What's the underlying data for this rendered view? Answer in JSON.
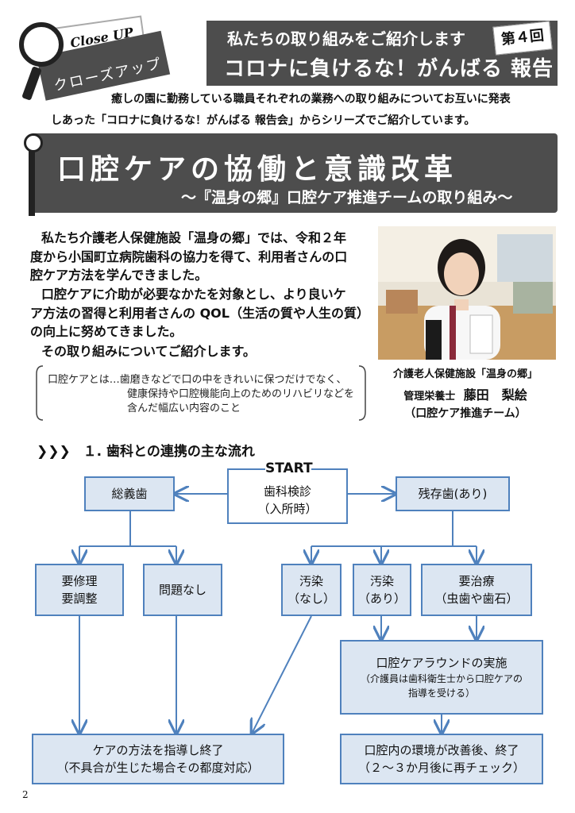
{
  "header": {
    "closeup_en": "Close UP",
    "closeup_jp": "クローズアップ",
    "banner_line1": "私たちの取り組みをご紹介します",
    "banner_line2": "コロナに負けるな！がんばる 報告会",
    "issue_label": "第４回"
  },
  "intro": {
    "line1": "癒しの園に勤務している職員それぞれの業務への取り組みについてお互いに発表",
    "line2": "しあった「コロナに負けるな！がんばる 報告会」からシリーズでご紹介しています。"
  },
  "title": {
    "main": "口腔ケアの協働と意識改革",
    "sub": "～『温身の郷』口腔ケア推進チームの取り組み～"
  },
  "body": {
    "p1": [
      "私たち介護老人保健施設「温身の郷」では、令和２年",
      "度から小国町立病院歯科の協力を得て、利用者さんの口",
      "腔ケア方法を学んできました。"
    ],
    "p2": [
      "口腔ケアに介助が必要なかたを対象とし、より良いケ",
      "ア方法の習得と利用者さんの QOL（生活の質や人生の質）",
      "の向上に努めてきました。"
    ],
    "p3": [
      "その取り組みについてご紹介します。"
    ]
  },
  "caption": {
    "facility": "介護老人保健施設「温身の郷」",
    "role": "管理栄養士",
    "name": "藤田　梨絵",
    "team": "（口腔ケア推進チーム）"
  },
  "note": {
    "line1": "口腔ケアとは…歯磨きなどで口の中をきれいに保つだけでなく、",
    "line2": "健康保持や口腔機能向上のためのリハビリなどを",
    "line3": "含んだ幅広い内容のこと"
  },
  "section": {
    "arrows": "❯❯❯",
    "title": "１. 歯科との連携の主な流れ"
  },
  "flow": {
    "start": "START",
    "checkup": [
      "歯科検診",
      "（入所時）"
    ],
    "full_denture": "総義歯",
    "remaining_teeth": "残存歯(あり)",
    "repair": [
      "要修理",
      "要調整"
    ],
    "no_problem": "問題なし",
    "stain_none": [
      "汚染",
      "（なし）"
    ],
    "stain_yes": [
      "汚染",
      "（あり）"
    ],
    "treatment": [
      "要治療",
      "（虫歯や歯石）"
    ],
    "round": [
      "口腔ケアラウンドの実施",
      "（介護員は歯科衛生士から口腔ケアの",
      "指導を受ける）"
    ],
    "guide_end": [
      "ケアの方法を指導し終了",
      "（不具合が生じた場合その都度対応）"
    ],
    "improve_end": [
      "口腔内の環境が改善後、終了",
      "（２～３か月後に再チェック）"
    ]
  },
  "page_number": "2",
  "colors": {
    "banner": "#4d4d4d",
    "box_fill": "#dce6f2",
    "box_border": "#4f81bd",
    "arrow": "#4f81bd"
  }
}
